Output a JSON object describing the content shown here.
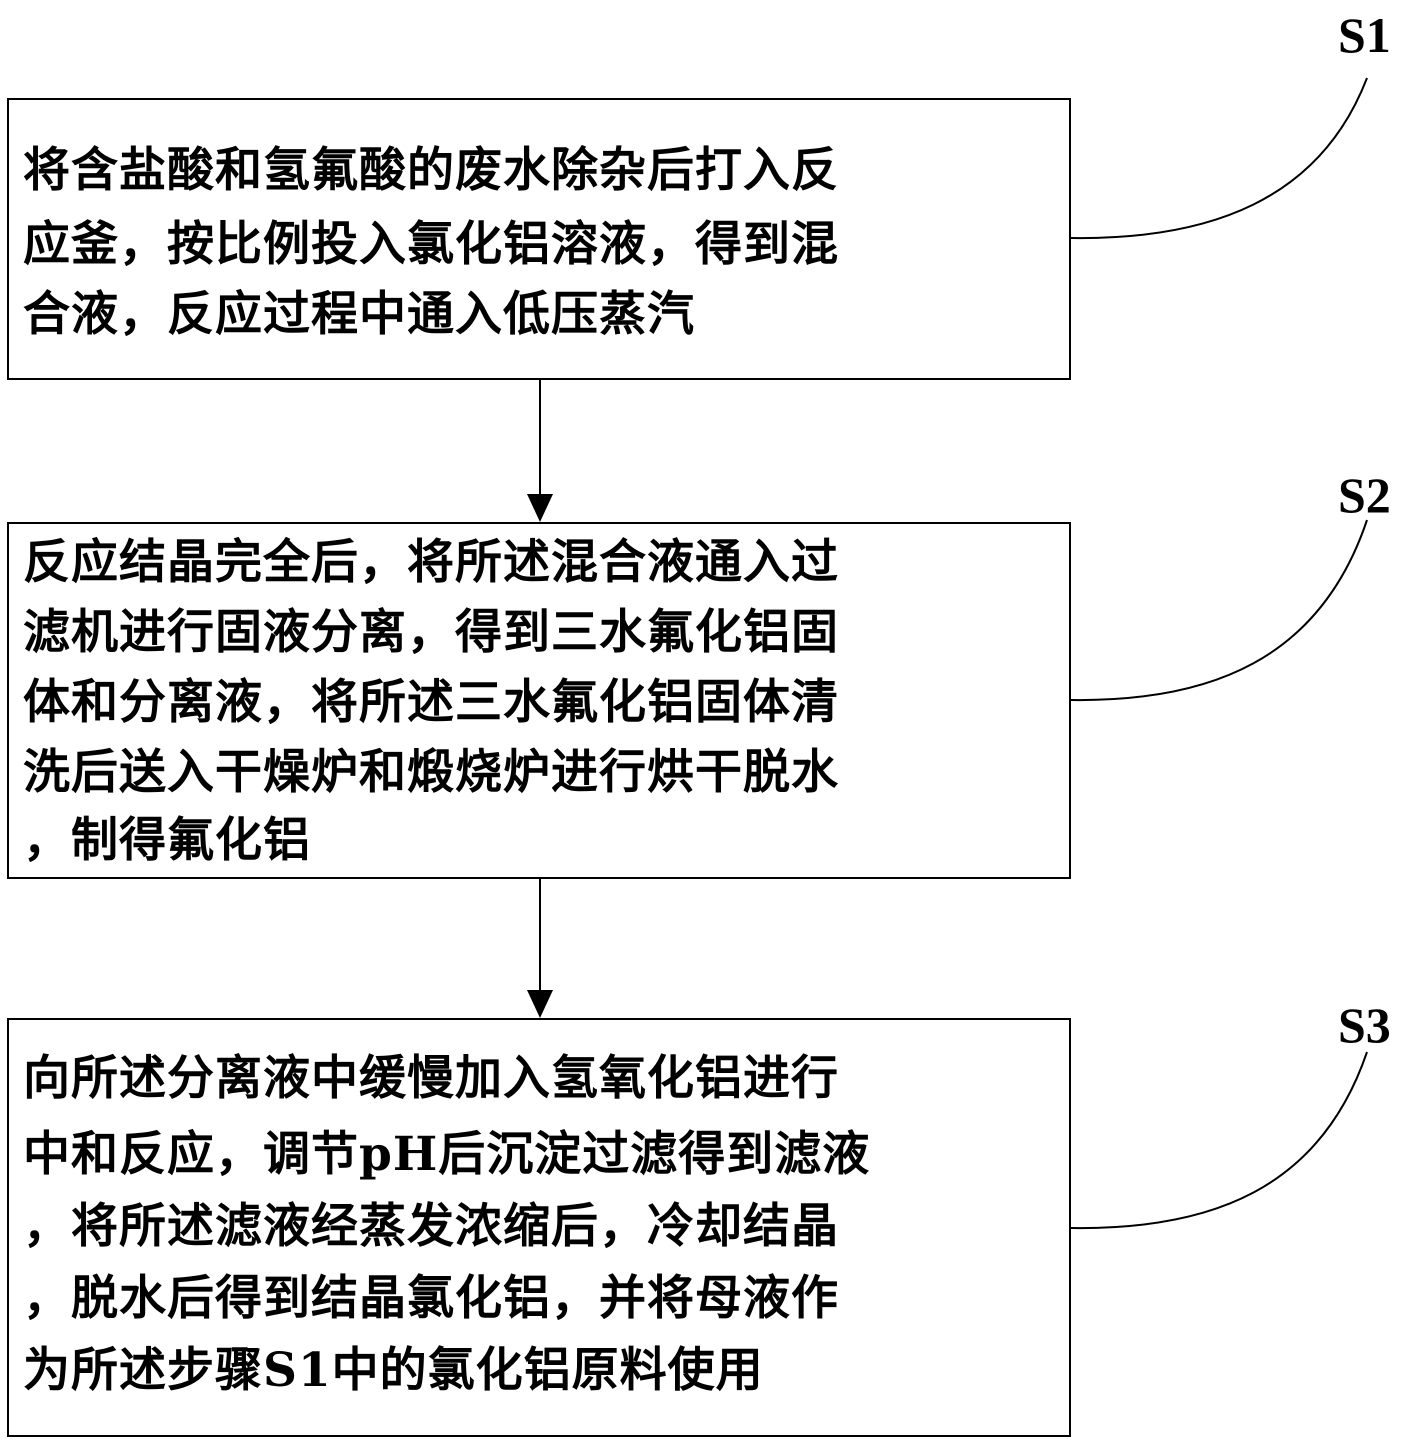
{
  "steps": [
    {
      "label": "S1",
      "lines": [
        "将含盐酸和氢氟酸的废水除杂后打入反",
        "应釜，按比例投入氯化铝溶液，得到混",
        "合液，反应过程中通入低压蒸汽"
      ]
    },
    {
      "label": "S2",
      "lines": [
        "反应结晶完全后，将所述混合液通入过",
        "滤机进行固液分离，得到三水氟化铝固",
        "体和分离液，将所述三水氟化铝固体清",
        "洗后送入干燥炉和煅烧炉进行烘干脱水",
        "，制得氟化铝"
      ]
    },
    {
      "label": "S3",
      "lines": [
        "向所述分离液中缓慢加入氢氧化铝进行",
        "中和反应，调节pH后沉淀过滤得到滤液",
        "，将所述滤液经蒸发浓缩后，冷却结晶",
        "，脱水后得到结晶氯化铝，并将母液作",
        "为所述步骤S1中的氯化铝原料使用"
      ]
    }
  ]
}
